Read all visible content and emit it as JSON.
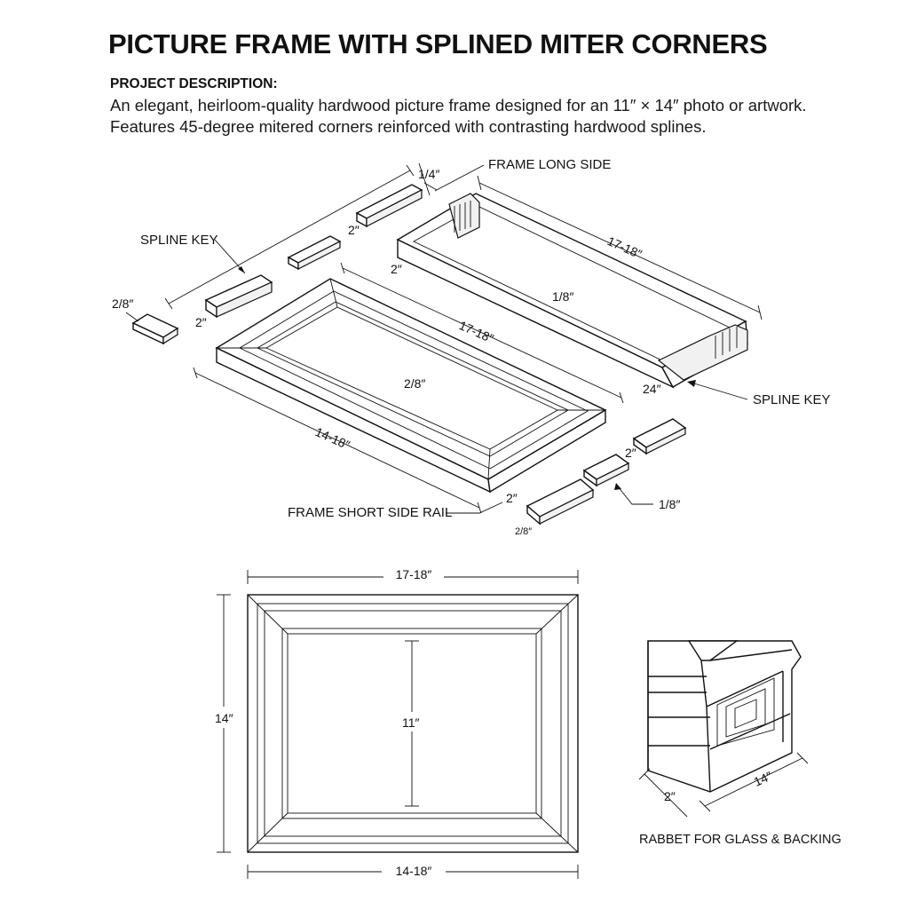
{
  "title": "PICTURE FRAME WITH SPLINED MITER CORNERS",
  "description": {
    "heading": "PROJECT DESCRIPTION:",
    "line1": "An elegant, heirloom-quality hardwood picture frame designed for an 11″ × 14″ photo or artwork.",
    "line2": "Features 45-degree mitered corners reinforced with contrasting hardwood splines."
  },
  "labels": {
    "frame_long_side": "FRAME LONG SIDE",
    "spline_key_left": "SPLINE KEY",
    "spline_key_right": "SPLINE KEY",
    "frame_short_side_rail": "FRAME SHORT SIDE RAIL",
    "rabbet": "RABBET FOR GLASS & BACKING"
  },
  "dimensions": {
    "top_quarter": "1/4″",
    "key_2in_a": "2″",
    "key_2in_b": "2″",
    "key_2_8": "2/8″",
    "long_side_length": "17-18″",
    "long_side_2in": "2″",
    "long_side_1_8": "1/8″",
    "long_side_24": "24″",
    "assembled_length": "17-18″",
    "assembled_center": "2/8″",
    "assembled_width": "14-18″",
    "short_rail_2in": "2″",
    "right_key_2in": "2″",
    "right_key_1_8": "1/8″",
    "right_key_2_8": "2/8″",
    "front_width_top": "17-18″",
    "front_height": "14″",
    "front_opening": "11″",
    "front_width_bottom": "14-18″",
    "detail_2in": "2″",
    "detail_14": "14″"
  },
  "colors": {
    "ink": "#111111",
    "background": "#ffffff"
  }
}
